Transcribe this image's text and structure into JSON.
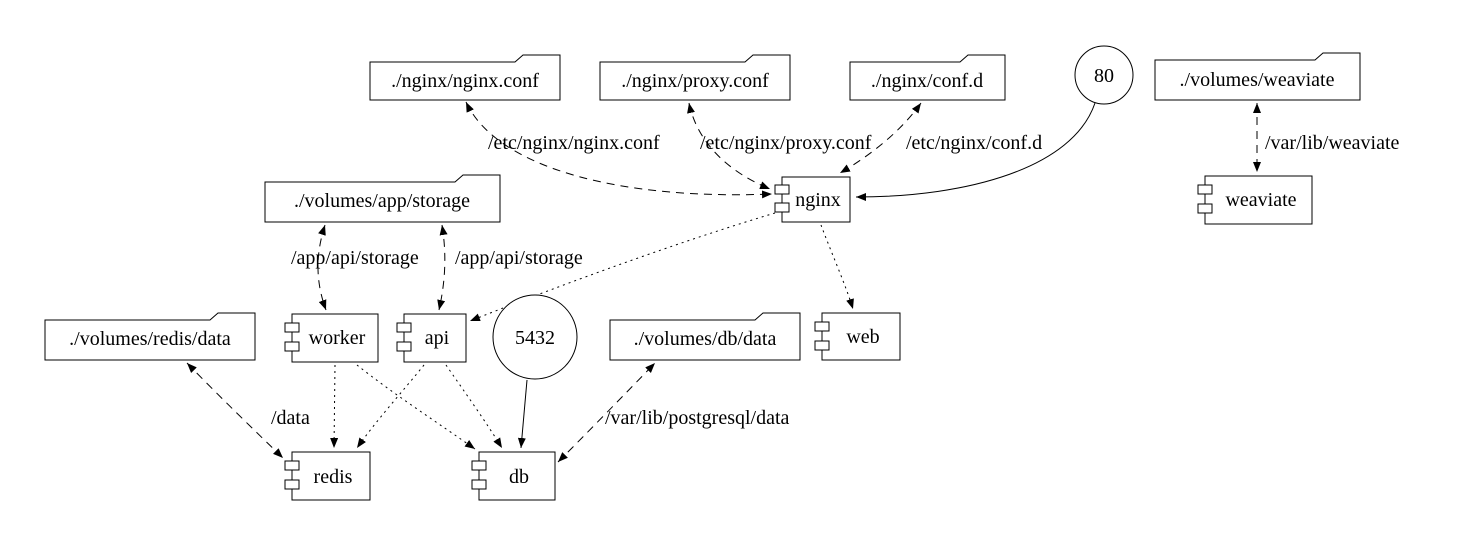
{
  "diagram": {
    "type": "graphviz-docker-compose-graph",
    "colors": {
      "stroke": "#000000",
      "background": "#ffffff"
    },
    "nodes": {
      "nginx_conf": {
        "label": "./nginx/nginx.conf",
        "shape": "folder"
      },
      "proxy_conf": {
        "label": "./nginx/proxy.conf",
        "shape": "folder"
      },
      "conf_d": {
        "label": "./nginx/conf.d",
        "shape": "folder"
      },
      "port_80": {
        "label": "80",
        "shape": "circle"
      },
      "volumes_weaviate": {
        "label": "./volumes/weaviate",
        "shape": "folder"
      },
      "volumes_app_storage": {
        "label": "./volumes/app/storage",
        "shape": "folder"
      },
      "nginx": {
        "label": "nginx",
        "shape": "component"
      },
      "weaviate": {
        "label": "weaviate",
        "shape": "component"
      },
      "volumes_redis_data": {
        "label": "./volumes/redis/data",
        "shape": "folder"
      },
      "worker": {
        "label": "worker",
        "shape": "component"
      },
      "api": {
        "label": "api",
        "shape": "component"
      },
      "port_5432": {
        "label": "5432",
        "shape": "circle"
      },
      "volumes_db_data": {
        "label": "./volumes/db/data",
        "shape": "folder"
      },
      "web": {
        "label": "web",
        "shape": "component"
      },
      "redis": {
        "label": "redis",
        "shape": "component"
      },
      "db": {
        "label": "db",
        "shape": "component"
      }
    },
    "edges": [
      {
        "from": "nginx_conf",
        "to": "nginx",
        "style": "dashed",
        "bidirectional": true,
        "label": "/etc/nginx/nginx.conf"
      },
      {
        "from": "proxy_conf",
        "to": "nginx",
        "style": "dashed",
        "bidirectional": true,
        "label": "/etc/nginx/proxy.conf"
      },
      {
        "from": "conf_d",
        "to": "nginx",
        "style": "dashed",
        "bidirectional": true,
        "label": "/etc/nginx/conf.d"
      },
      {
        "from": "port_80",
        "to": "nginx",
        "style": "solid",
        "bidirectional": false,
        "label": ""
      },
      {
        "from": "volumes_weaviate",
        "to": "weaviate",
        "style": "dashed",
        "bidirectional": true,
        "label": "/var/lib/weaviate"
      },
      {
        "from": "volumes_app_storage",
        "to": "worker",
        "style": "dashed",
        "bidirectional": true,
        "label": "/app/api/storage"
      },
      {
        "from": "volumes_app_storage",
        "to": "api",
        "style": "dashed",
        "bidirectional": true,
        "label": "/app/api/storage"
      },
      {
        "from": "nginx",
        "to": "api",
        "style": "dotted",
        "bidirectional": false,
        "label": ""
      },
      {
        "from": "nginx",
        "to": "web",
        "style": "dotted",
        "bidirectional": false,
        "label": ""
      },
      {
        "from": "worker",
        "to": "redis",
        "style": "dotted",
        "bidirectional": false,
        "label": ""
      },
      {
        "from": "worker",
        "to": "db",
        "style": "dotted",
        "bidirectional": false,
        "label": ""
      },
      {
        "from": "api",
        "to": "redis",
        "style": "dotted",
        "bidirectional": false,
        "label": ""
      },
      {
        "from": "api",
        "to": "db",
        "style": "dotted",
        "bidirectional": false,
        "label": ""
      },
      {
        "from": "port_5432",
        "to": "db",
        "style": "solid",
        "bidirectional": false,
        "label": ""
      },
      {
        "from": "volumes_redis_data",
        "to": "redis",
        "style": "dashed",
        "bidirectional": true,
        "label": "/data"
      },
      {
        "from": "volumes_db_data",
        "to": "db",
        "style": "dashed",
        "bidirectional": true,
        "label": "/var/lib/postgresql/data"
      }
    ]
  }
}
